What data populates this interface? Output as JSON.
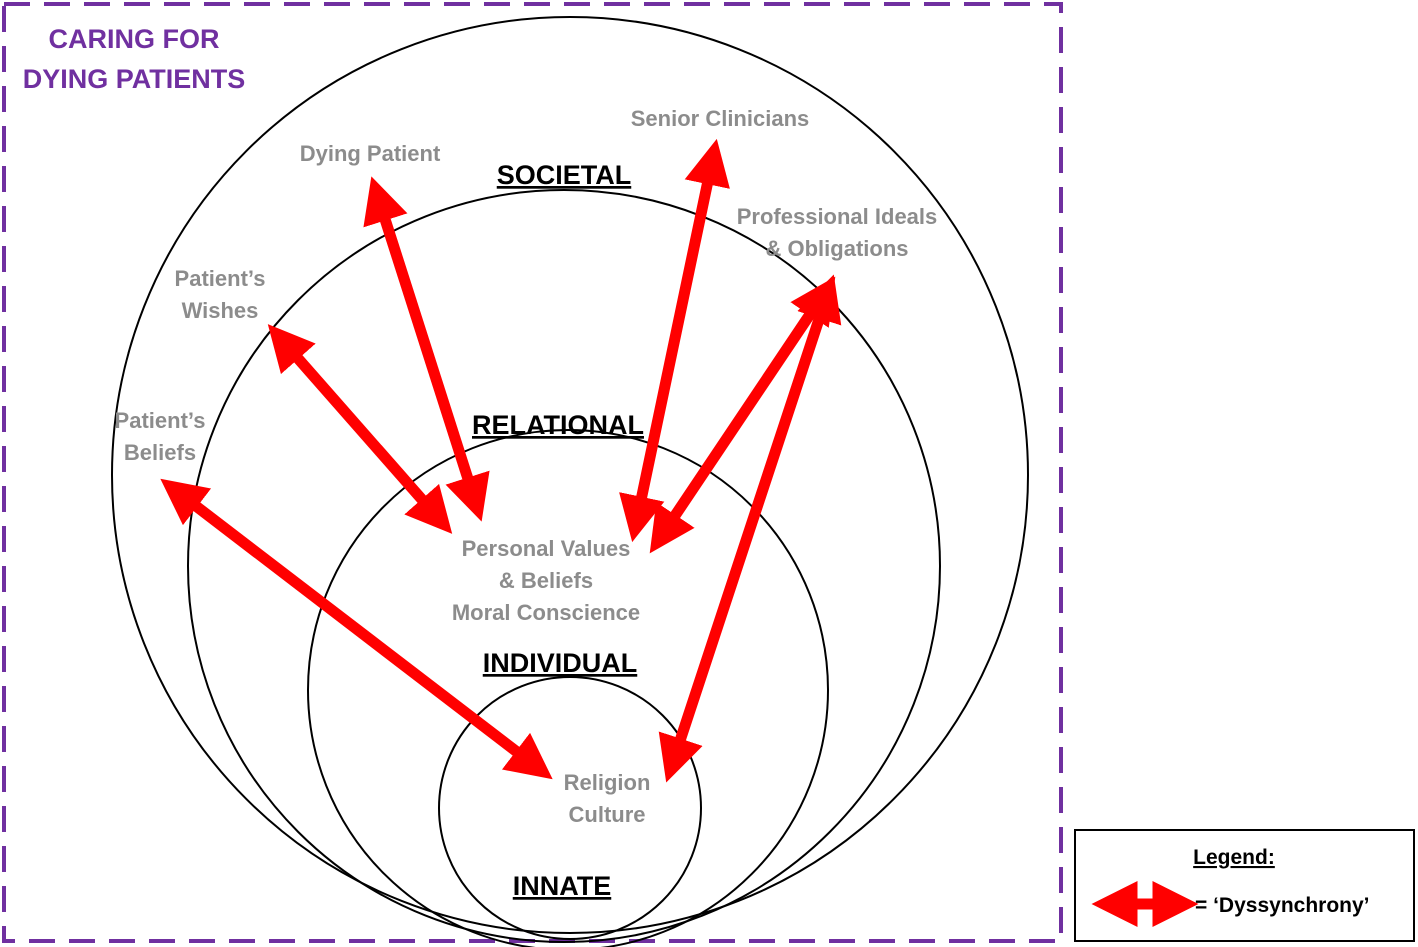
{
  "frame": {
    "title_line1": "CARING FOR",
    "title_line2": "DYING PATIENTS",
    "border_color": "#7030a0"
  },
  "levels": {
    "societal": "SOCIETAL",
    "relational": "RELATIONAL",
    "individual": "INDIVIDUAL",
    "innate": "INNATE"
  },
  "labels": {
    "senior_clinicians": "Senior Clinicians",
    "dying_patient": "Dying Patient",
    "professional_ideals_line1": "Professional Ideals",
    "professional_ideals_line2": "& Obligations",
    "patients_wishes_line1": "Patient’s",
    "patients_wishes_line2": "Wishes",
    "patients_beliefs_line1": "Patient’s",
    "patients_beliefs_line2": "Beliefs",
    "personal_values_line1": "Personal Values",
    "personal_values_line2": "& Beliefs",
    "personal_values_line3": "Moral Conscience",
    "religion_line1": "Religion",
    "religion_line2": "Culture"
  },
  "legend": {
    "title": "Legend:",
    "item": "= ‘Dyssynchrony’"
  },
  "colors": {
    "arrow": "#ff0000",
    "label_grey": "#8c8c8c"
  }
}
